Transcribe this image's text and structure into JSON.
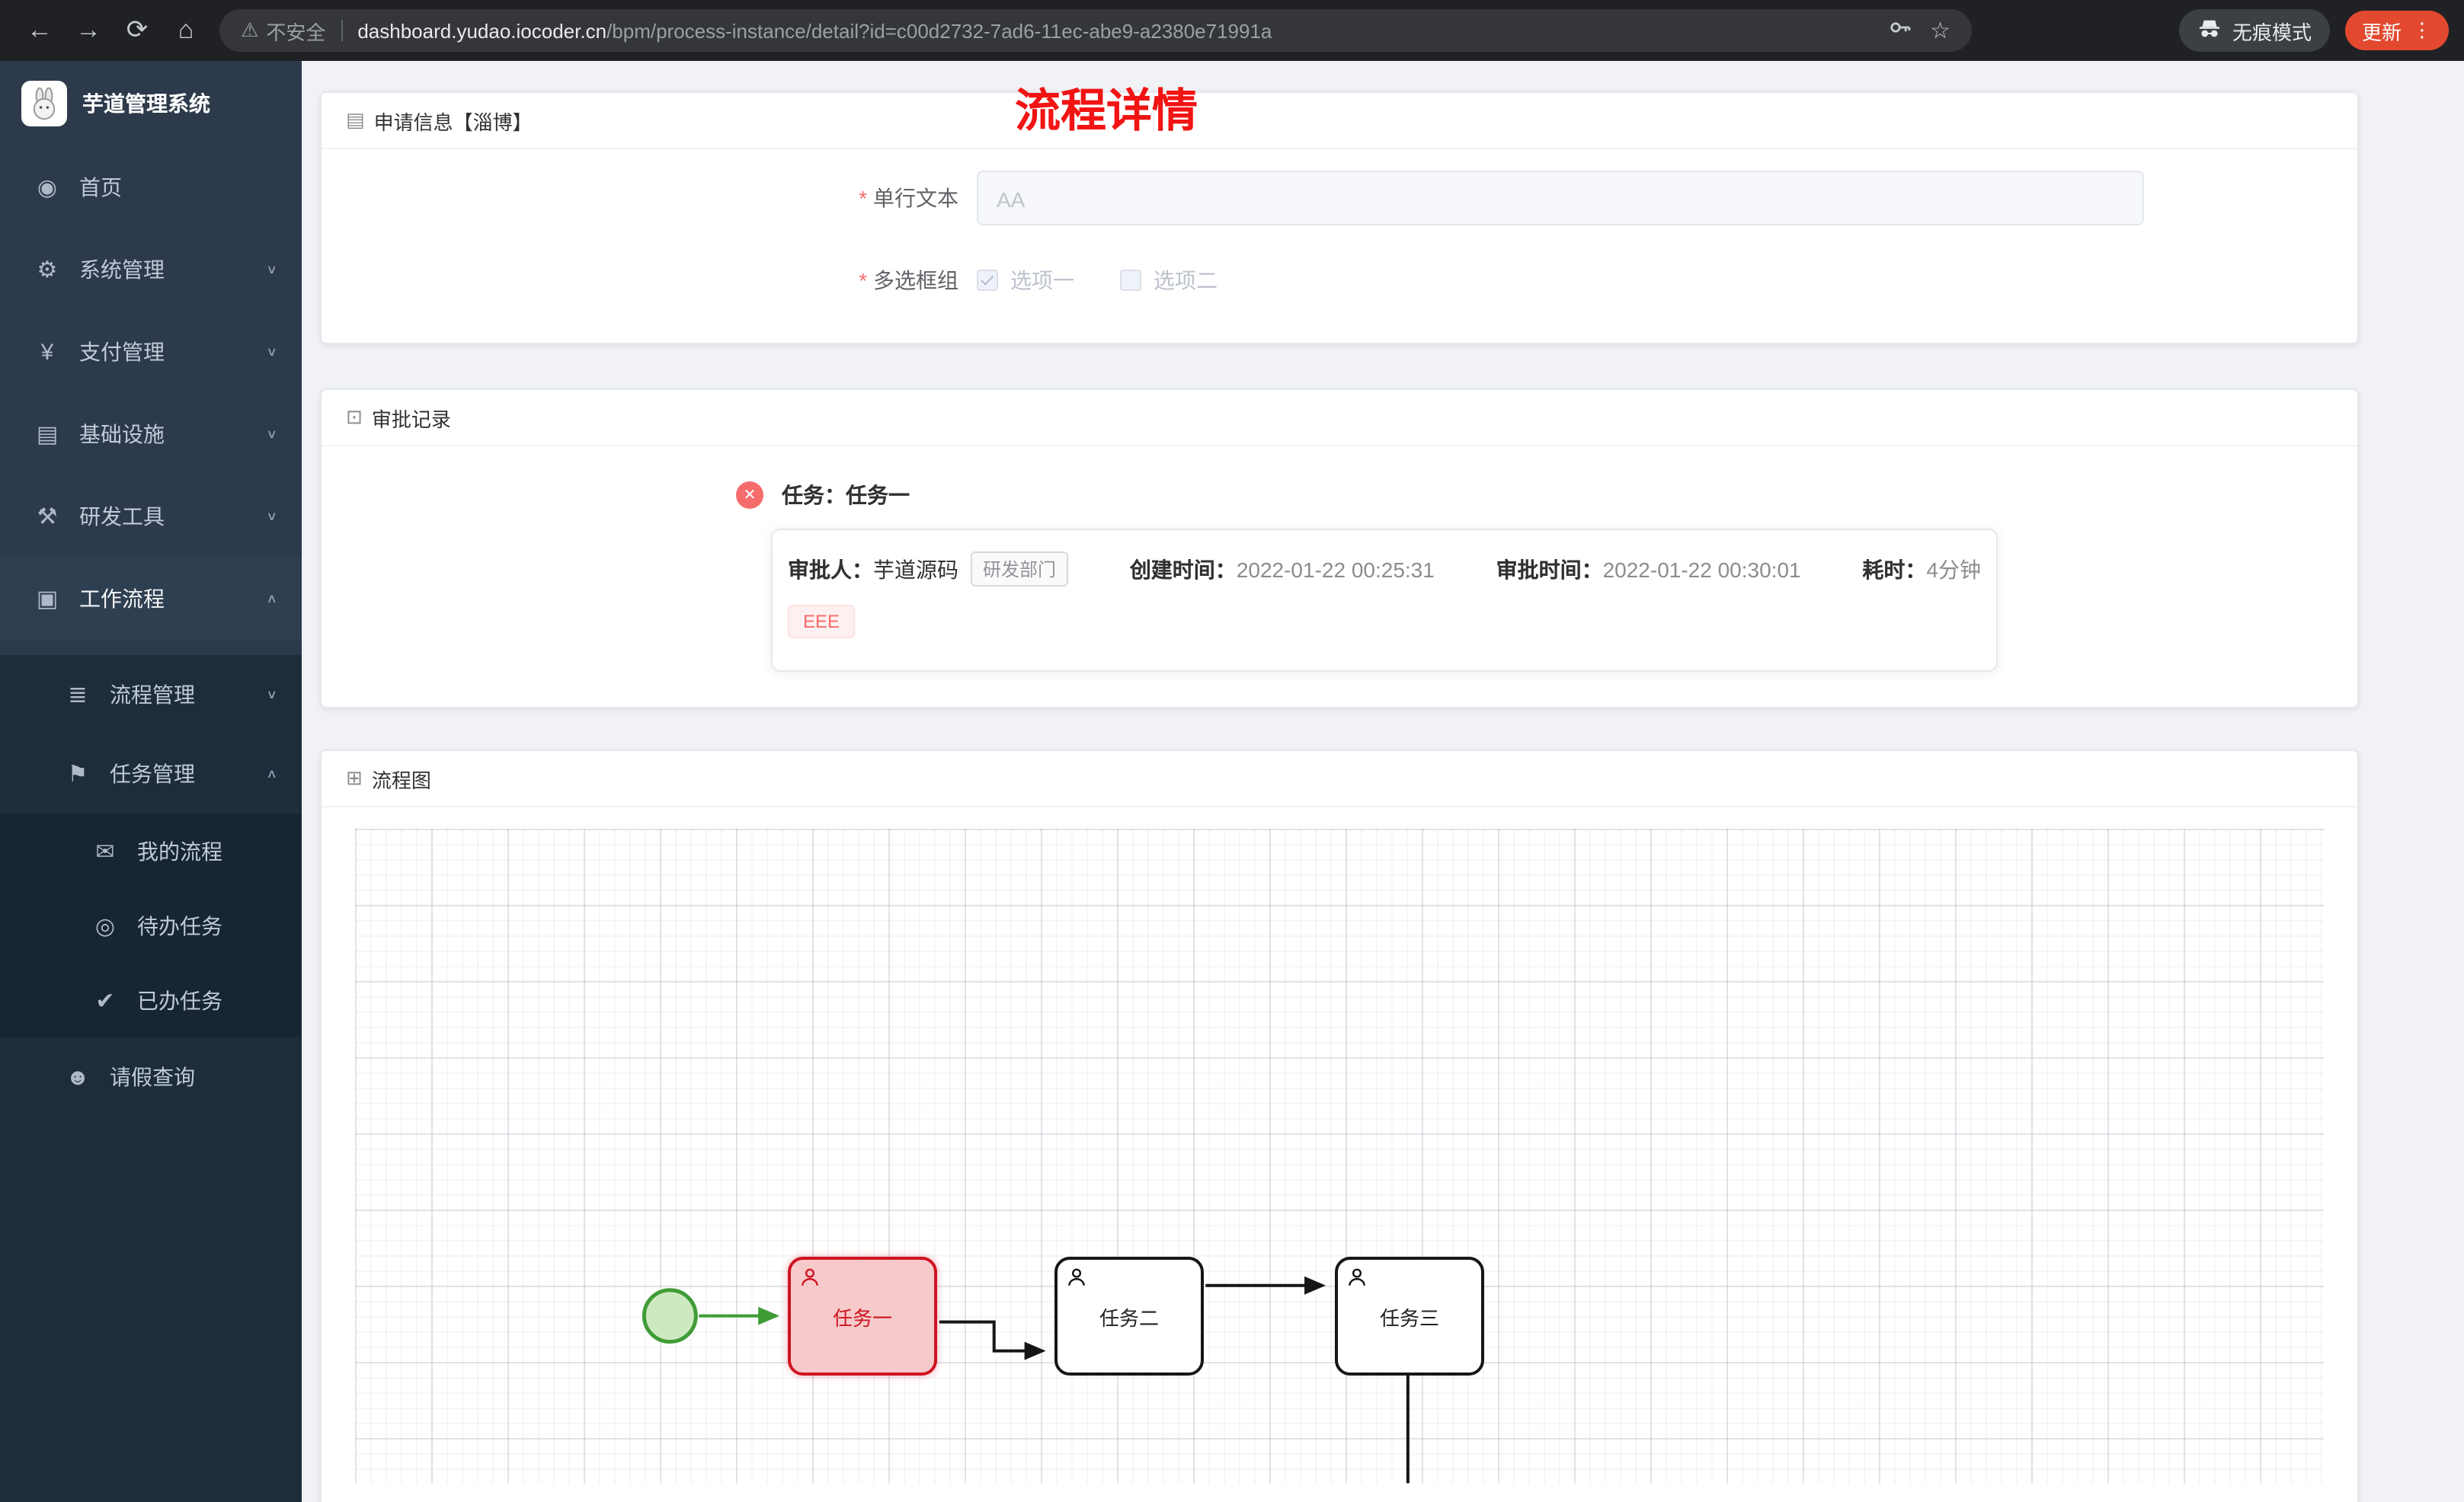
{
  "browser": {
    "security_label": "不安全",
    "domain": "dashboard.yudao.iocoder.cn",
    "path": "/bpm/process-instance/detail?id=c00d2732-7ad6-11ec-abe9-a2380e71991a",
    "incognito_label": "无痕模式",
    "update_label": "更新"
  },
  "icons": {
    "back": "←",
    "forward": "→",
    "reload": "⟳",
    "home": "⌂",
    "warning": "⚠",
    "star": "☆",
    "kebab": "⋮",
    "error": "✕",
    "chevron_down": "∨",
    "chevron_up": "∧",
    "menu_home": "◉",
    "menu_system": "⚙",
    "menu_pay": "¥",
    "menu_infra": "▤",
    "menu_dev": "⚒",
    "menu_workflow": "▣",
    "menu_process": "≣",
    "menu_task": "⚑",
    "menu_myflow": "✉",
    "menu_todo": "◎",
    "menu_done": "✔",
    "menu_leave": "☻",
    "card_doc": "▤",
    "card_record": "⊡",
    "card_diagram": "⊞"
  },
  "sidebar": {
    "app_title": "芋道管理系统",
    "items": [
      {
        "label": "首页"
      },
      {
        "label": "系统管理"
      },
      {
        "label": "支付管理"
      },
      {
        "label": "基础设施"
      },
      {
        "label": "研发工具"
      },
      {
        "label": "工作流程"
      },
      {
        "label": "流程管理"
      },
      {
        "label": "任务管理"
      },
      {
        "label": "我的流程"
      },
      {
        "label": "待办任务"
      },
      {
        "label": "已办任务"
      },
      {
        "label": "请假查询"
      }
    ]
  },
  "page": {
    "title": "流程详情"
  },
  "form": {
    "required_mark": "*",
    "fields": [
      {
        "label": "单行文本",
        "required": true,
        "value": "AA",
        "disabled": true
      },
      {
        "label": "多选框组",
        "required": true,
        "disabled": true,
        "options": [
          {
            "label": "选项一",
            "checked": true
          },
          {
            "label": "选项二",
            "checked": false
          }
        ]
      }
    ]
  },
  "cards": {
    "apply": {
      "header": "申请信息【淄博】"
    },
    "approval": {
      "header": "审批记录",
      "task_title": "任务：任务一",
      "approver_label": "审批人：",
      "approver": "芋道源码",
      "dept_tag": "研发部门",
      "create_label": "创建时间：",
      "create_time": "2022-01-22 00:25:31",
      "approve_label": "审批时间：",
      "approve_time": "2022-01-22 00:30:01",
      "duration_label": "耗时：",
      "duration": "4分钟",
      "reason_tag": "EEE"
    },
    "diagram": {
      "header": "流程图",
      "tasks": [
        "任务一",
        "任务二",
        "任务三"
      ]
    }
  },
  "colors": {
    "title_red": "#f21414",
    "task_highlight_border": "#cf1322",
    "task_highlight_fill": "#f6caca",
    "start_event_green": "#3f9c35",
    "update_button": "#e2492f",
    "danger_tag_text": "#f56c6c",
    "sidebar_bg": "#2d3a4b",
    "sidebar_sub_bg": "#1e2c3c"
  }
}
